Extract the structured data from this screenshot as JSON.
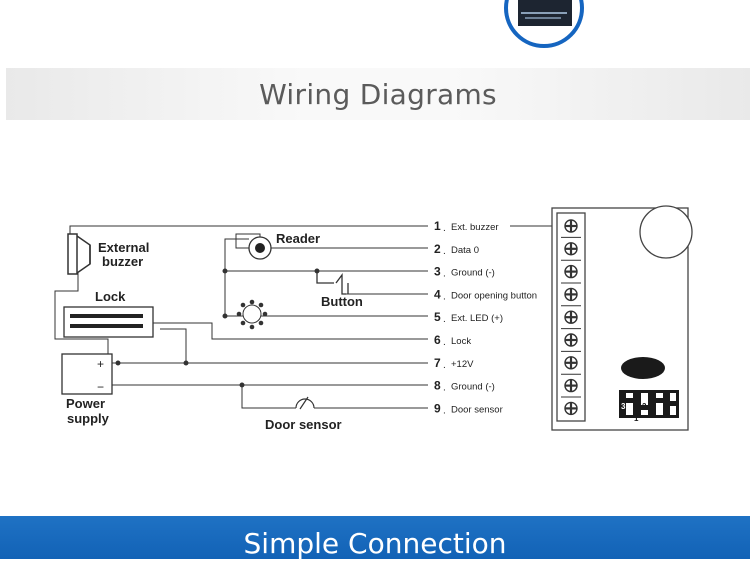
{
  "header": {
    "title": "Wiring Diagrams"
  },
  "footer": {
    "title": "Simple Connection"
  },
  "diagram": {
    "components": {
      "external_buzzer": [
        "External",
        "buzzer"
      ],
      "reader": "Reader",
      "lock": "Lock",
      "button": "Button",
      "power_supply": [
        "Power",
        "supply"
      ],
      "door_sensor": "Door sensor",
      "plus": "+",
      "minus": "−"
    },
    "terminals": [
      {
        "num": "1",
        "label": "Ext. buzzer"
      },
      {
        "num": "2",
        "label": "Data 0"
      },
      {
        "num": "3",
        "label": "Ground (-)"
      },
      {
        "num": "4",
        "label": "Door opening button"
      },
      {
        "num": "5",
        "label": "Ext. LED (+)"
      },
      {
        "num": "6",
        "label": "Lock"
      },
      {
        "num": "7",
        "label": "+12V"
      },
      {
        "num": "8",
        "label": "Ground (-)"
      },
      {
        "num": "9",
        "label": "Door sensor"
      }
    ],
    "dip_labels": [
      "3",
      "2",
      "1"
    ],
    "colors": {
      "line": "#333333",
      "brand_blue": "#1565c0",
      "title_gray": "#5b5b5b"
    }
  }
}
